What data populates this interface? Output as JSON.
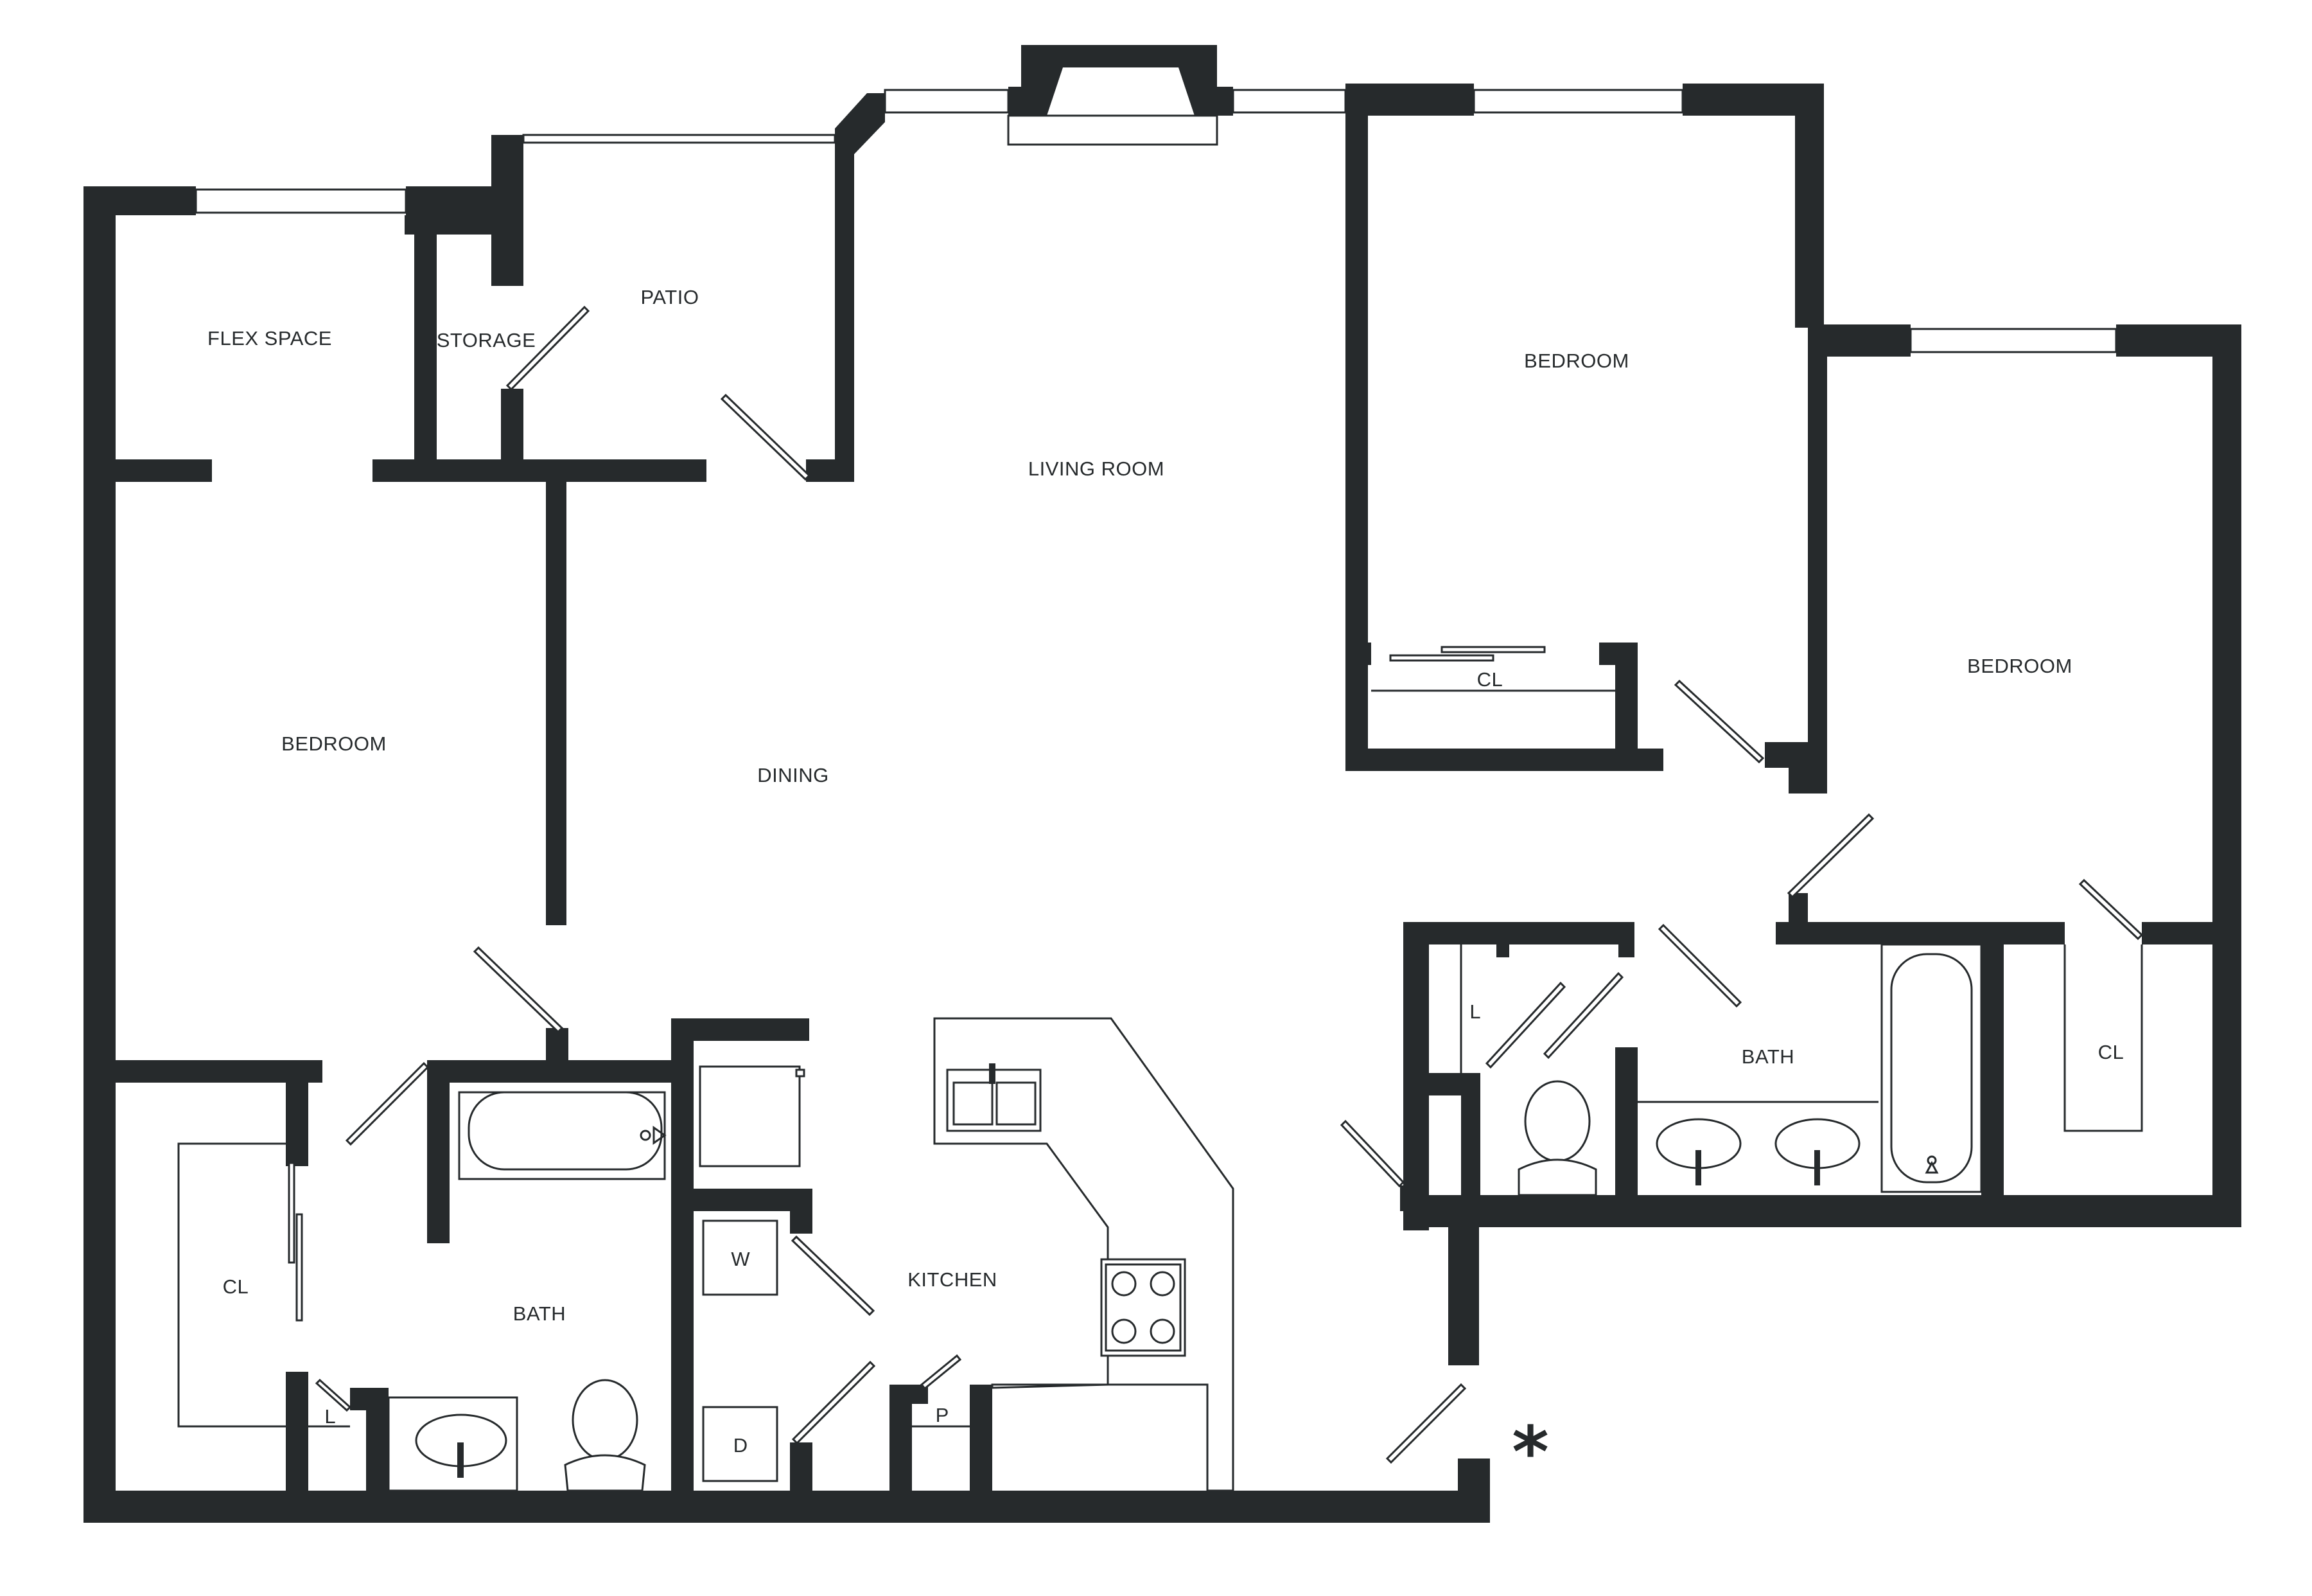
{
  "rooms": {
    "flex_space": "FLEX SPACE",
    "storage": "STORAGE",
    "patio": "PATIO",
    "living_room": "LIVING ROOM",
    "bedroom_top_center": "BEDROOM",
    "bedroom_right": "BEDROOM",
    "bedroom_left": "BEDROOM",
    "dining": "DINING",
    "kitchen": "KITCHEN",
    "bath_left": "BATH",
    "bath_right": "BATH",
    "closet_left": "CL",
    "closet_top_center": "CL",
    "closet_right": "CL"
  },
  "fixtures": {
    "linen_left": "L",
    "linen_right": "L",
    "pantry": "P",
    "washer": "W",
    "dryer": "D"
  },
  "entry_marker": "*",
  "colors": {
    "wall": "#262a2c",
    "background": "#ffffff"
  }
}
